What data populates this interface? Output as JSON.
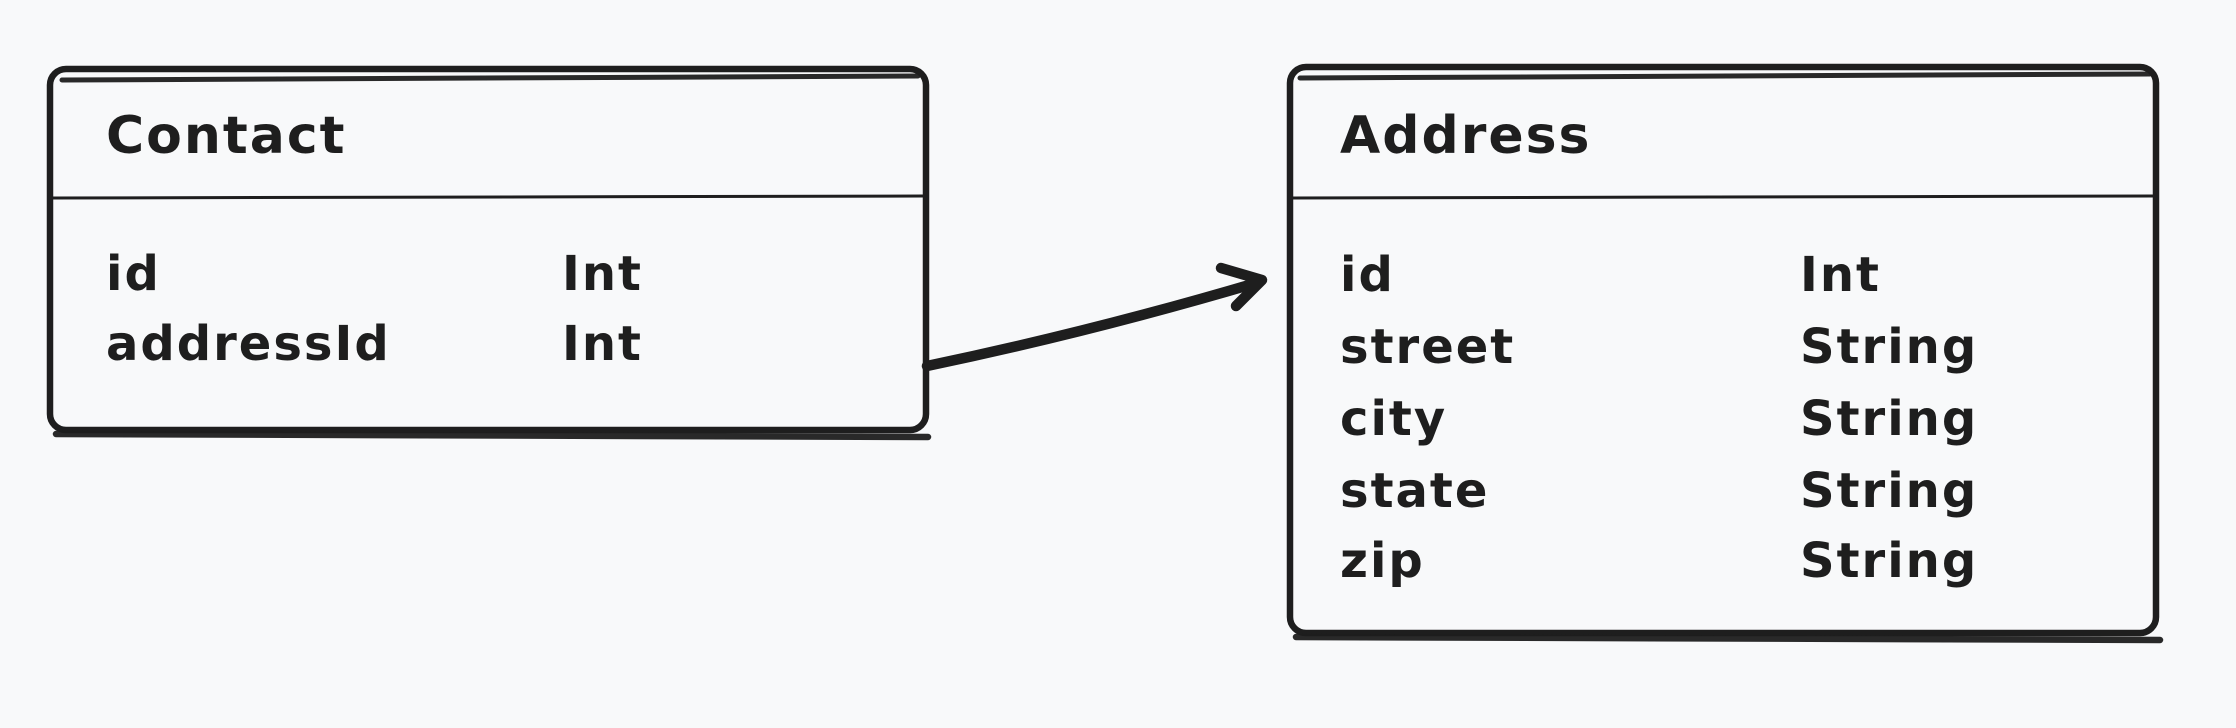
{
  "diagram": {
    "background_color": "#f8f9fa",
    "stroke_color": "#1e1e1e",
    "entities": [
      {
        "name": "Contact",
        "fields": [
          {
            "name": "id",
            "type": "Int"
          },
          {
            "name": "addressId",
            "type": "Int"
          }
        ]
      },
      {
        "name": "Address",
        "fields": [
          {
            "name": "id",
            "type": "Int"
          },
          {
            "name": "street",
            "type": "String"
          },
          {
            "name": "city",
            "type": "String"
          },
          {
            "name": "state",
            "type": "String"
          },
          {
            "name": "zip",
            "type": "String"
          }
        ]
      }
    ],
    "relationship": {
      "type": "arrow",
      "from": "Contact",
      "to": "Address"
    }
  }
}
